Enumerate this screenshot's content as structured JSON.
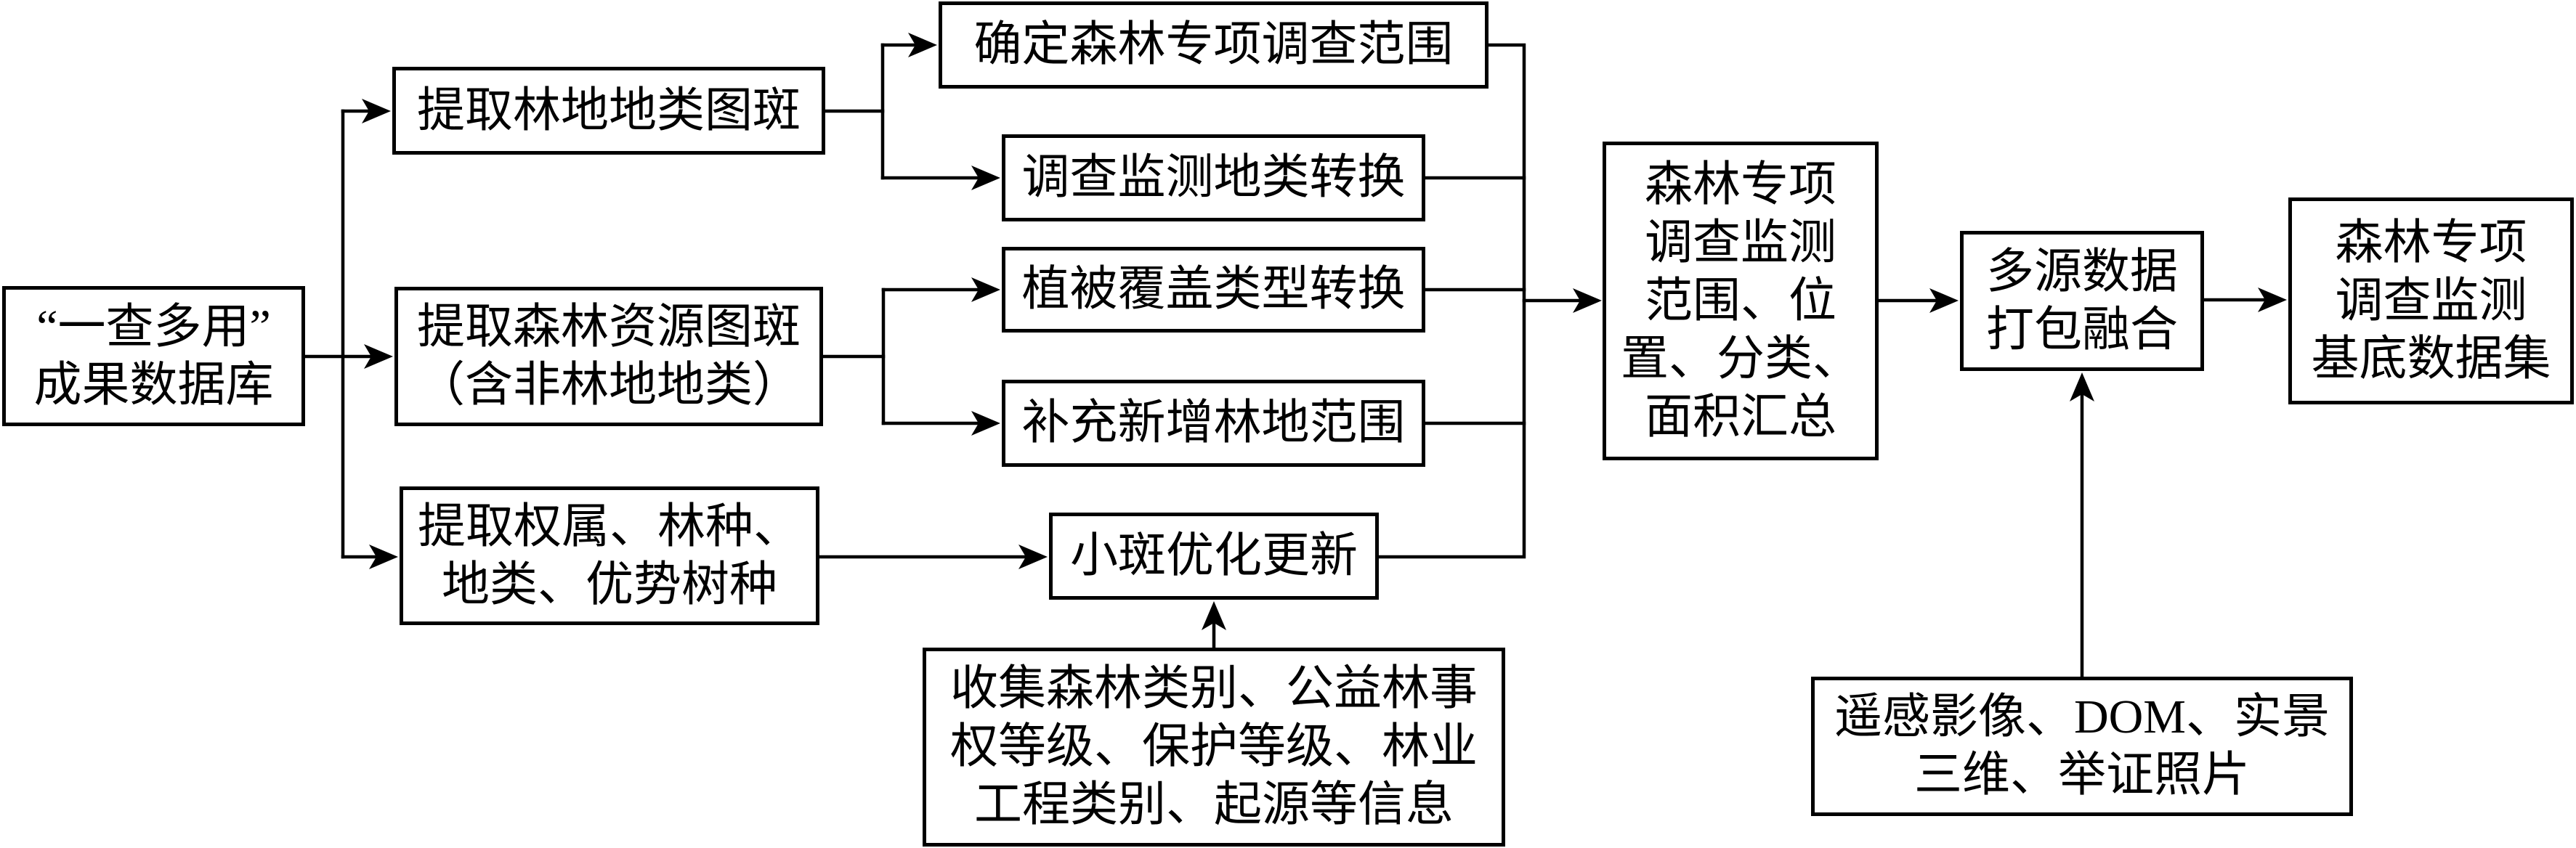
{
  "diagram": {
    "type": "flowchart",
    "colors": {
      "line": "#000000",
      "box_border": "#000000",
      "box_fill": "#ffffff",
      "text": "#000000"
    },
    "nodes": {
      "source_db": {
        "lines": [
          "“一查多用”",
          "成果数据库"
        ]
      },
      "extract_woodland": {
        "lines": [
          "提取林地地类图斑"
        ]
      },
      "extract_forest_resource": {
        "lines": [
          "提取森林资源图斑",
          "（含非林地地类）"
        ]
      },
      "extract_attributes": {
        "lines": [
          "提取权属、林种、",
          "地类、优势树种"
        ]
      },
      "determine_scope": {
        "lines": [
          "确定森林专项调查范围"
        ]
      },
      "landclass_conversion": {
        "lines": [
          "调查监测地类转换"
        ]
      },
      "vegetation_conversion": {
        "lines": [
          "植被覆盖类型转换"
        ]
      },
      "supplement_new_woodland": {
        "lines": [
          "补充新增林地范围"
        ]
      },
      "subcompartment_update": {
        "lines": [
          "小斑优化更新"
        ]
      },
      "collect_info": {
        "lines": [
          "收集森林类别、公益林事",
          "权等级、保护等级、林业",
          "工程类别、起源等信息"
        ]
      },
      "summary": {
        "lines": [
          "森林专项",
          "调查监测",
          "范围、位",
          "置、分类、",
          "面积汇总"
        ]
      },
      "fusion": {
        "lines": [
          "多源数据",
          "打包融合"
        ]
      },
      "base_dataset": {
        "lines": [
          "森林专项",
          "调查监测",
          "基底数据集"
        ]
      },
      "imagery": {
        "lines": [
          "遥感影像、DOM、实景",
          "三维、举证照片"
        ]
      }
    },
    "edges": [
      {
        "from": "source_db",
        "to": "extract_woodland"
      },
      {
        "from": "source_db",
        "to": "extract_forest_resource"
      },
      {
        "from": "source_db",
        "to": "extract_attributes"
      },
      {
        "from": "extract_woodland",
        "to": "determine_scope"
      },
      {
        "from": "extract_woodland",
        "to": "landclass_conversion"
      },
      {
        "from": "extract_forest_resource",
        "to": "vegetation_conversion"
      },
      {
        "from": "extract_forest_resource",
        "to": "supplement_new_woodland"
      },
      {
        "from": "extract_attributes",
        "to": "subcompartment_update"
      },
      {
        "from": "collect_info",
        "to": "subcompartment_update"
      },
      {
        "from": "determine_scope",
        "to": "summary"
      },
      {
        "from": "landclass_conversion",
        "to": "summary"
      },
      {
        "from": "vegetation_conversion",
        "to": "summary"
      },
      {
        "from": "supplement_new_woodland",
        "to": "summary"
      },
      {
        "from": "subcompartment_update",
        "to": "summary"
      },
      {
        "from": "summary",
        "to": "fusion"
      },
      {
        "from": "imagery",
        "to": "fusion"
      },
      {
        "from": "fusion",
        "to": "base_dataset"
      }
    ]
  }
}
